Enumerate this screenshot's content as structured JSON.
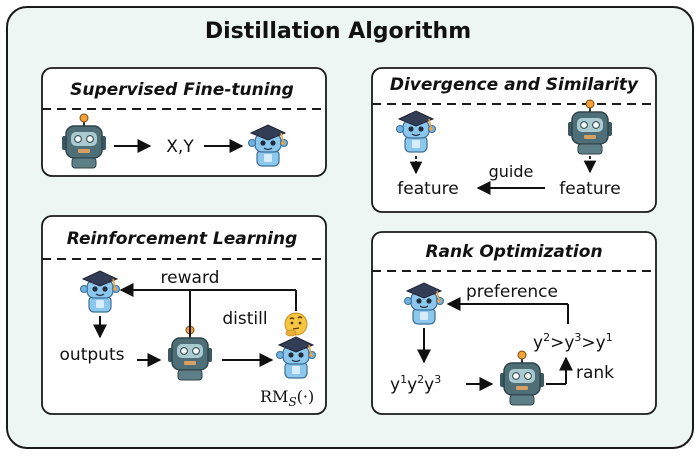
{
  "title": "Distillation Algorithm",
  "panels": {
    "sft": {
      "title": "Supervised Fine-tuning",
      "data_label": "X,Y"
    },
    "divergence": {
      "title": "Divergence and Similarity",
      "student_feature": "feature",
      "teacher_feature": "feature",
      "guide_label": "guide"
    },
    "rl": {
      "title": "Reinforcement Learning",
      "reward_label": "reward",
      "outputs_label": "outputs",
      "distill_label": "distill",
      "rm_main": "RM",
      "rm_sub": "S",
      "rm_args": "(·)"
    },
    "rank": {
      "title": "Rank Optimization",
      "preference_label": "preference",
      "rank_label": "rank",
      "ys_left": [
        "y",
        "1",
        "y",
        "2",
        "y",
        "3"
      ],
      "ranking": [
        "y",
        "2",
        ">",
        "y",
        "3",
        ">",
        "y",
        "1"
      ]
    }
  },
  "colors": {
    "outer_bg": "#eef6f4",
    "panel_bg": "#ffffff",
    "robot_body": "#4e6f78",
    "robot_screen": "#a9cbd0",
    "robot_eye": "#f4f7f7",
    "robot_antenna": "#f2a238",
    "student_body": "#8cc7ee",
    "student_cap": "#333d55",
    "emoji_yellow": "#f6c544"
  }
}
